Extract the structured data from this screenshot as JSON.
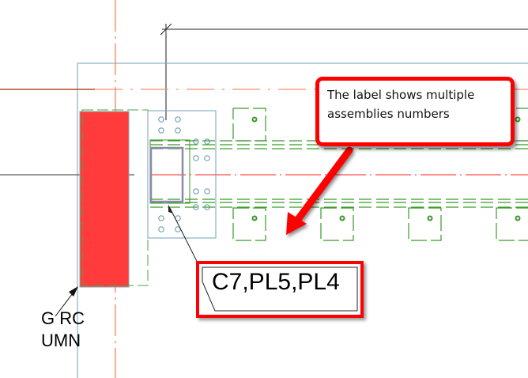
{
  "callout": {
    "line1": "The label shows multiple",
    "line2": "assemblies numbers"
  },
  "assembly_label": "C7,PL5,PL4",
  "column_label": {
    "line1": "G RC",
    "line2": "UMN"
  },
  "colors": {
    "highlight": "#ff0000",
    "steel": "#3a9a2a",
    "grid": "#ff5a2a",
    "plate": "#6fa3b8"
  }
}
